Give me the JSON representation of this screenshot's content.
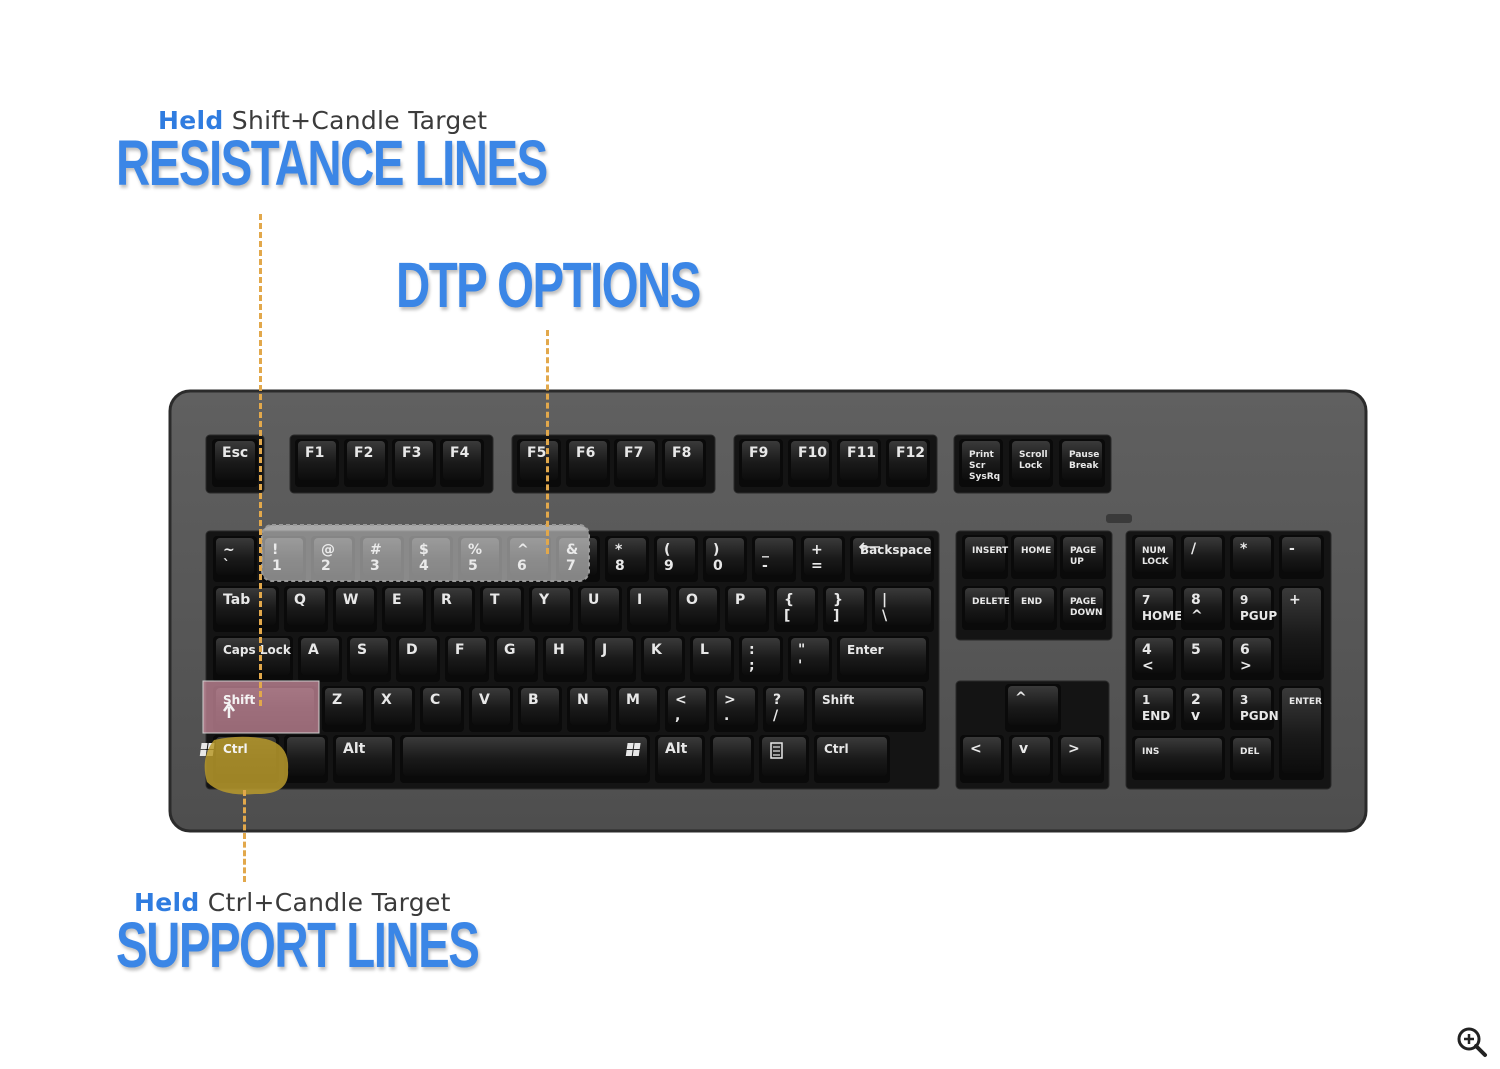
{
  "annotations": {
    "resistance": {
      "held": "Held",
      "combo": "Shift+Candle Target",
      "title": "RESISTANCE LINES"
    },
    "dtp": {
      "title": "DTP OPTIONS"
    },
    "support": {
      "held": "Held",
      "combo": "Ctrl+Candle Target",
      "title": "SUPPORT LINES"
    }
  },
  "colors": {
    "accent_blue": "#3b86e6",
    "dash_orange": "#e2a84b",
    "shift_highlight": "#c98b9c",
    "ctrl_highlight": "#b89a2c",
    "keyboard_body": "#5a5a5a",
    "key": "#1e1e1e"
  },
  "icons": {
    "zoom": "zoom-in-icon",
    "windows": "windows-logo-icon",
    "menu": "menu-key-icon"
  },
  "keyboard": {
    "keys": [
      {
        "id": "esc",
        "t": "Esc"
      },
      {
        "id": "f1",
        "t": "F1"
      },
      {
        "id": "f2",
        "t": "F2"
      },
      {
        "id": "f3",
        "t": "F3"
      },
      {
        "id": "f4",
        "t": "F4"
      },
      {
        "id": "f5",
        "t": "F5"
      },
      {
        "id": "f6",
        "t": "F6"
      },
      {
        "id": "f7",
        "t": "F7"
      },
      {
        "id": "f8",
        "t": "F8"
      },
      {
        "id": "f9",
        "t": "F9"
      },
      {
        "id": "f10",
        "t": "F10"
      },
      {
        "id": "f11",
        "t": "F11"
      },
      {
        "id": "f12",
        "t": "F12"
      },
      {
        "id": "prtsc",
        "t": "Print\nScr\nSysRq"
      },
      {
        "id": "scroll",
        "t": "Scroll\nLock"
      },
      {
        "id": "pause",
        "t": "Pause\nBreak"
      },
      {
        "id": "tilde",
        "t": "~\n`"
      },
      {
        "id": "n1",
        "t": "!\n1"
      },
      {
        "id": "n2",
        "t": "@\n2"
      },
      {
        "id": "n3",
        "t": "#\n3"
      },
      {
        "id": "n4",
        "t": "$\n4"
      },
      {
        "id": "n5",
        "t": "%\n5"
      },
      {
        "id": "n6",
        "t": "^\n6"
      },
      {
        "id": "n7",
        "t": "&\n7"
      },
      {
        "id": "n8",
        "t": "*\n8"
      },
      {
        "id": "n9",
        "t": "(\n9"
      },
      {
        "id": "n0",
        "t": ")\n0"
      },
      {
        "id": "minus",
        "t": "_\n-"
      },
      {
        "id": "equal",
        "t": "+\n="
      },
      {
        "id": "bksp",
        "t": "Backspace"
      },
      {
        "id": "tab",
        "t": "Tab"
      },
      {
        "id": "q",
        "t": "Q"
      },
      {
        "id": "w",
        "t": "W"
      },
      {
        "id": "e",
        "t": "E"
      },
      {
        "id": "r",
        "t": "R"
      },
      {
        "id": "t",
        "t": "T"
      },
      {
        "id": "y",
        "t": "Y"
      },
      {
        "id": "u",
        "t": "U"
      },
      {
        "id": "i",
        "t": "I"
      },
      {
        "id": "o",
        "t": "O"
      },
      {
        "id": "p",
        "t": "P"
      },
      {
        "id": "lbr",
        "t": "{\n["
      },
      {
        "id": "rbr",
        "t": "}\n]"
      },
      {
        "id": "bslash",
        "t": "|\n\\"
      },
      {
        "id": "caps",
        "t": "Caps Lock"
      },
      {
        "id": "a",
        "t": "A"
      },
      {
        "id": "s",
        "t": "S"
      },
      {
        "id": "d",
        "t": "D"
      },
      {
        "id": "f",
        "t": "F"
      },
      {
        "id": "g",
        "t": "G"
      },
      {
        "id": "h",
        "t": "H"
      },
      {
        "id": "j",
        "t": "J"
      },
      {
        "id": "k",
        "t": "K"
      },
      {
        "id": "l",
        "t": "L"
      },
      {
        "id": "semi",
        "t": ":\n;"
      },
      {
        "id": "quote",
        "t": "\"\n'"
      },
      {
        "id": "enter",
        "t": "Enter"
      },
      {
        "id": "lshift",
        "t": "Shift"
      },
      {
        "id": "z",
        "t": "Z"
      },
      {
        "id": "x",
        "t": "X"
      },
      {
        "id": "c",
        "t": "C"
      },
      {
        "id": "v",
        "t": "V"
      },
      {
        "id": "b",
        "t": "B"
      },
      {
        "id": "n",
        "t": "N"
      },
      {
        "id": "m",
        "t": "M"
      },
      {
        "id": "comma",
        "t": "<\n,"
      },
      {
        "id": "period",
        "t": ">\n."
      },
      {
        "id": "slash",
        "t": "?\n/"
      },
      {
        "id": "rshift",
        "t": "Shift"
      },
      {
        "id": "lctrl",
        "t": "Ctrl"
      },
      {
        "id": "lwin",
        "t": ""
      },
      {
        "id": "lalt",
        "t": "Alt"
      },
      {
        "id": "space",
        "t": ""
      },
      {
        "id": "ralt",
        "t": "Alt"
      },
      {
        "id": "rwin",
        "t": ""
      },
      {
        "id": "menu",
        "t": ""
      },
      {
        "id": "rctrl",
        "t": "Ctrl"
      },
      {
        "id": "insert",
        "t": "INSERT"
      },
      {
        "id": "home",
        "t": "HOME"
      },
      {
        "id": "pgup",
        "t": "PAGE\nUP"
      },
      {
        "id": "delete",
        "t": "DELETE"
      },
      {
        "id": "end",
        "t": "END"
      },
      {
        "id": "pgdn",
        "t": "PAGE\nDOWN"
      },
      {
        "id": "up",
        "t": "^"
      },
      {
        "id": "left",
        "t": "<"
      },
      {
        "id": "down",
        "t": "v"
      },
      {
        "id": "right",
        "t": ">"
      },
      {
        "id": "numlock",
        "t": "NUM\nLOCK"
      },
      {
        "id": "ndiv",
        "t": "/"
      },
      {
        "id": "nmul",
        "t": "*"
      },
      {
        "id": "nsub",
        "t": "-"
      },
      {
        "id": "np7",
        "t": "7\nHOME"
      },
      {
        "id": "np8",
        "t": "8\n^"
      },
      {
        "id": "np9",
        "t": "9\nPGUP"
      },
      {
        "id": "nadd",
        "t": "+"
      },
      {
        "id": "np4",
        "t": "4\n<"
      },
      {
        "id": "np5",
        "t": "5"
      },
      {
        "id": "np6",
        "t": "6\n>"
      },
      {
        "id": "np1",
        "t": "1\nEND"
      },
      {
        "id": "np2",
        "t": "2\nv"
      },
      {
        "id": "np3",
        "t": "3\nPGDN"
      },
      {
        "id": "nenter",
        "t": "ENTER"
      },
      {
        "id": "np0",
        "t": "INS"
      },
      {
        "id": "npdel",
        "t": "DEL"
      }
    ]
  }
}
